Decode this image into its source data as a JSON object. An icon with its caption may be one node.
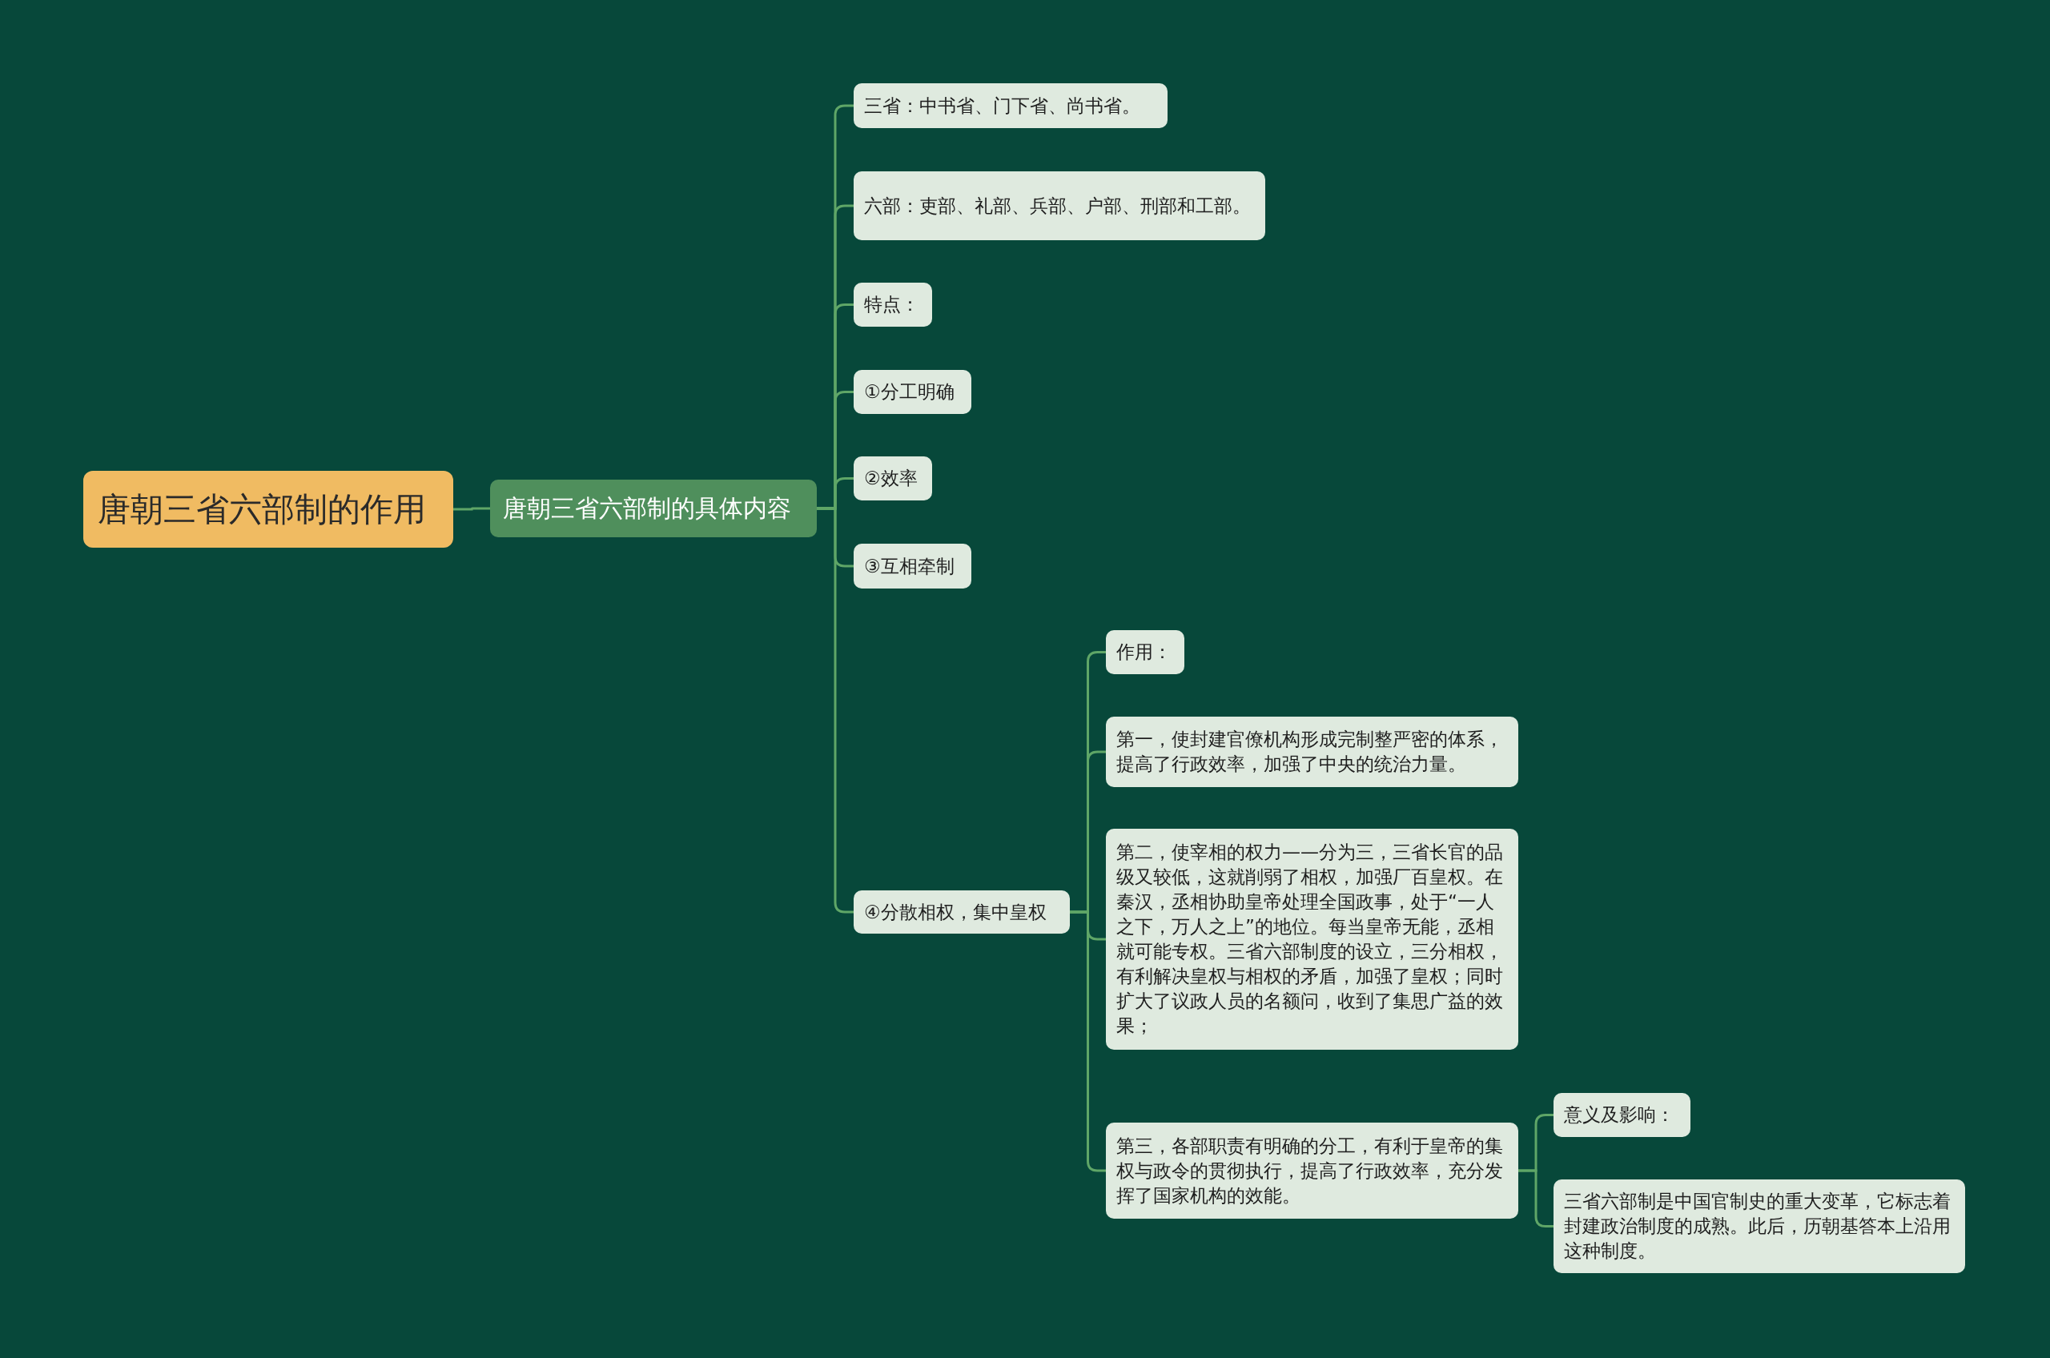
{
  "diagram": {
    "nodes": [
      {
        "text": [
          "唐朝三省六部制的作用"
        ]
      },
      {
        "text": [
          "唐朝三省六部制的具体内容"
        ]
      },
      {
        "text": [
          "三省：中书省、门下省、尚书省。"
        ]
      },
      {
        "text": [
          "六部：吏部、礼部、兵部、户部、刑部和工部。"
        ]
      },
      {
        "text": [
          "特点："
        ]
      },
      {
        "text": [
          "①分工明确"
        ]
      },
      {
        "text": [
          "②效率"
        ]
      },
      {
        "text": [
          "③互相牵制"
        ]
      },
      {
        "text": [
          "④分散相权，集中皇权"
        ]
      },
      {
        "text": [
          "作用："
        ]
      },
      {
        "text": [
          "第一，使封建官僚机构形成完制整严密的体系，提高了行政效率，加强了中央的统治力量。"
        ]
      },
      {
        "text": [
          "第二，使宰相的权力——分为三，三省长官的品级又较低，这就削弱了相权，加强厂百皇权。在秦汉，丞相协助皇帝处理全国政事，处于“一人之下，万人之上”的地位。每当皇帝无能，丞相就可能专权。三省六部制度的设立，三分相权，有利解决皇权与相权的矛盾，加强了皇权；同时扩大了议政人员的名额问，收到了集思广益的效果；"
        ]
      },
      {
        "text": [
          "第三，各部职责有明确的分工，有利于皇帝的集权与政令的贯彻执行，提高了行政效率，充分发挥了国家机构的效能。"
        ]
      },
      {
        "text": [
          "意义及影响："
        ]
      },
      {
        "text": [
          "三省六部制是中国官制史的重大变革，它标志着封建政治制度的成熟。此后，历朝基答本上沿用这种制度。"
        ]
      }
    ],
    "edges": [
      {
        "from": 0,
        "to": 1,
        "arrow": "none"
      },
      {
        "from": 1,
        "to": 2,
        "arrow": "none"
      },
      {
        "from": 1,
        "to": 3,
        "arrow": "none"
      },
      {
        "from": 1,
        "to": 4,
        "arrow": "none"
      },
      {
        "from": 1,
        "to": 5,
        "arrow": "none"
      },
      {
        "from": 1,
        "to": 6,
        "arrow": "none"
      },
      {
        "from": 1,
        "to": 7,
        "arrow": "none"
      },
      {
        "from": 1,
        "to": 8,
        "arrow": "none"
      },
      {
        "from": 8,
        "to": 9,
        "arrow": "none"
      },
      {
        "from": 8,
        "to": 10,
        "arrow": "none"
      },
      {
        "from": 8,
        "to": 11,
        "arrow": "none"
      },
      {
        "from": 8,
        "to": 12,
        "arrow": "none"
      },
      {
        "from": 12,
        "to": 13,
        "arrow": "none"
      },
      {
        "from": 12,
        "to": 14,
        "arrow": "none"
      }
    ]
  }
}
